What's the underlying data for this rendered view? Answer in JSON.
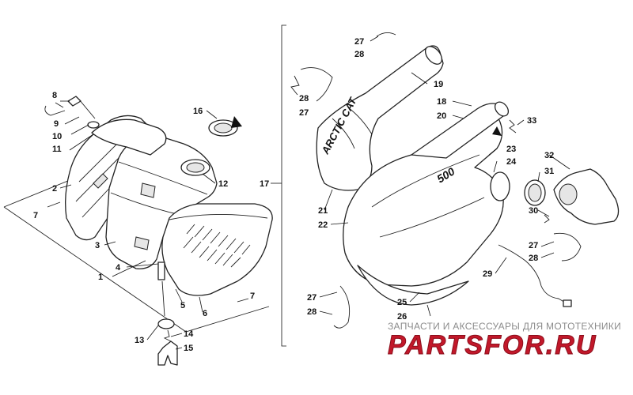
{
  "watermark": {
    "line1": "ЗАПЧАСТИ И АКСЕССУАРЫ ДЛЯ МОТОТЕХНИКИ",
    "line2": "PARTSFOR.RU",
    "color_primary": "#c2182a",
    "color_secondary": "#8c8c8c"
  },
  "labels": [
    {
      "id": "l8",
      "text": "8"
    },
    {
      "id": "l9",
      "text": "9"
    },
    {
      "id": "l10",
      "text": "10"
    },
    {
      "id": "l11",
      "text": "11"
    },
    {
      "id": "l16",
      "text": "16"
    },
    {
      "id": "l12",
      "text": "12"
    },
    {
      "id": "l2",
      "text": "2"
    },
    {
      "id": "l7a",
      "text": "7"
    },
    {
      "id": "l3",
      "text": "3"
    },
    {
      "id": "l1",
      "text": "1"
    },
    {
      "id": "l4",
      "text": "4"
    },
    {
      "id": "l5",
      "text": "5"
    },
    {
      "id": "l6",
      "text": "6"
    },
    {
      "id": "l7b",
      "text": "7"
    },
    {
      "id": "l13",
      "text": "13"
    },
    {
      "id": "l14",
      "text": "14"
    },
    {
      "id": "l15",
      "text": "15"
    },
    {
      "id": "l17",
      "text": "17"
    },
    {
      "id": "l27a",
      "text": "27"
    },
    {
      "id": "l28a",
      "text": "28"
    },
    {
      "id": "l19",
      "text": "19"
    },
    {
      "id": "l28b",
      "text": "28"
    },
    {
      "id": "l27b",
      "text": "27"
    },
    {
      "id": "l18",
      "text": "18"
    },
    {
      "id": "l20",
      "text": "20"
    },
    {
      "id": "l33",
      "text": "33"
    },
    {
      "id": "l23",
      "text": "23"
    },
    {
      "id": "l24",
      "text": "24"
    },
    {
      "id": "l32",
      "text": "32"
    },
    {
      "id": "l31",
      "text": "31"
    },
    {
      "id": "l21",
      "text": "21"
    },
    {
      "id": "l22",
      "text": "22"
    },
    {
      "id": "l30",
      "text": "30"
    },
    {
      "id": "l27c",
      "text": "27"
    },
    {
      "id": "l28c",
      "text": "28"
    },
    {
      "id": "l29",
      "text": "29"
    },
    {
      "id": "l27d",
      "text": "27"
    },
    {
      "id": "l28d",
      "text": "28"
    },
    {
      "id": "l25",
      "text": "25"
    },
    {
      "id": "l26",
      "text": "26"
    }
  ],
  "pipe_lettering": {
    "text1": "ARCTIC CAT",
    "text2": "500"
  }
}
